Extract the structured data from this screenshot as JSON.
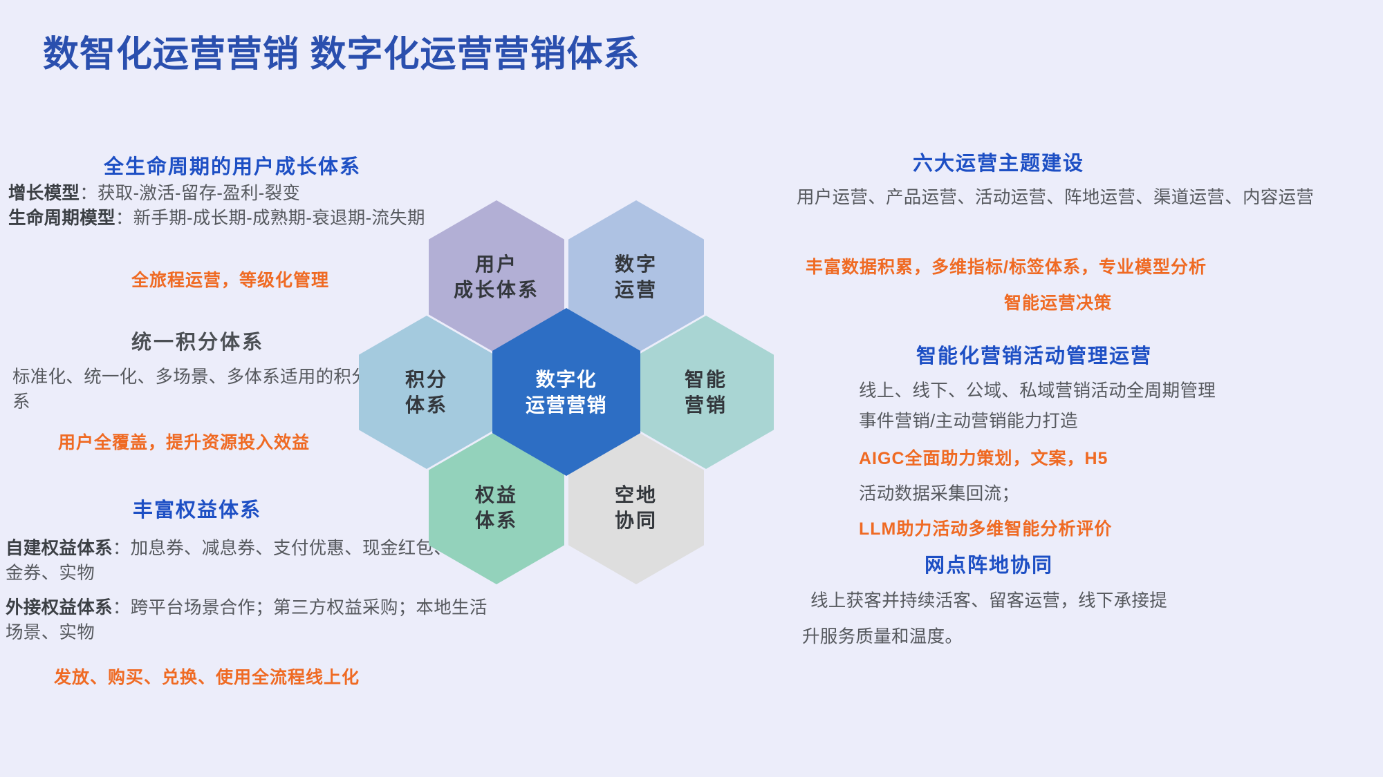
{
  "page": {
    "title": "数智化运营营销 数字化运营营销体系",
    "background_color": "#ecedfa",
    "accent_blue": "#1d4fc4",
    "accent_orange": "#ef6a23"
  },
  "hexagons": {
    "center": {
      "label_line1": "数字化",
      "label_line2": "运营营销",
      "color": "#2d6ec4",
      "text_color": "#ffffff"
    },
    "top_left": {
      "label_line1": "用户",
      "label_line2": "成长体系",
      "color": "#b2afd5"
    },
    "top_right": {
      "label_line1": "数字",
      "label_line2": "运营",
      "color": "#aec2e3"
    },
    "left": {
      "label_line1": "积分",
      "label_line2": "体系",
      "color": "#a4cade"
    },
    "right": {
      "label_line1": "智能",
      "label_line2": "营销",
      "color": "#a9d5d3"
    },
    "bottom_left": {
      "label_line1": "权益",
      "label_line2": "体系",
      "color": "#93d2bb"
    },
    "bottom_right": {
      "label_line1": "空地",
      "label_line2": "协同",
      "color": "#dedede"
    }
  },
  "left_column": {
    "growth": {
      "heading": "全生命周期的用户成长体系",
      "line1_label": "增长模型",
      "line1_value": "：获取-激活-留存-盈利-裂变",
      "line2_label": "生命周期模型",
      "line2_value": "：新手期-成长期-成熟期-衰退期-流失期",
      "highlight": "全旅程运营，等级化管理"
    },
    "points": {
      "heading": "统一积分体系",
      "body": "标准化、统一化、多场景、多体系适用的积分体系",
      "highlight": "用户全覆盖，提升资源投入效益"
    },
    "rights": {
      "heading": "丰富权益体系",
      "line1_label": "自建权益体系",
      "line1_value": "：加息券、减息券、支付优惠、现金红包、现金券、实物",
      "line2_label": "外接权益体系",
      "line2_value": "：跨平台场景合作；第三方权益采购；本地生活场景、实物",
      "highlight": "发放、购买、兑换、使用全流程线上化"
    }
  },
  "right_column": {
    "themes": {
      "heading": "六大运营主题建设",
      "body": "用户运营、产品运营、活动运营、阵地运营、渠道运营、内容运营",
      "highlight_line1": "丰富数据积累，多维指标/标签体系，专业模型分析",
      "highlight_line2": "智能运营决策"
    },
    "campaign": {
      "heading": "智能化营销活动管理运营",
      "body_line1": "线上、线下、公域、私域营销活动全周期管理",
      "body_line2": "事件营销/主动营销能力打造",
      "highlight_line1": "AIGC全面助力策划，文案，H5",
      "body_line3": "活动数据采集回流；",
      "highlight_line2": "LLM助力活动多维智能分析评价"
    },
    "branch": {
      "heading": "网点阵地协同",
      "body_line1": "线上获客并持续活客、留客运营，线下承接提",
      "body_line2": "升服务质量和温度。"
    }
  }
}
